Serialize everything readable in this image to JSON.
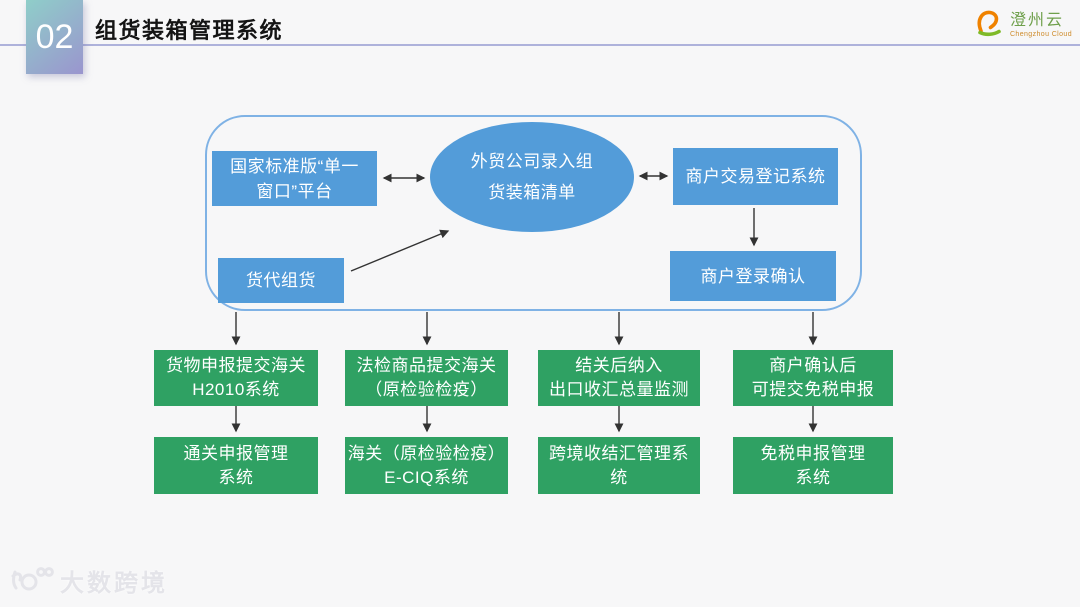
{
  "header": {
    "section_number": "02",
    "title": "组货装箱管理系统",
    "logo": {
      "name": "澄州云",
      "subtitle": "Chengzhou Cloud"
    }
  },
  "flow": {
    "platform_box": {
      "line1": "国家标准版“单一",
      "line2": "窗口”平台"
    },
    "hub_ellipse": {
      "line1": "外贸公司录入组",
      "line2": "货装箱清单"
    },
    "registration_box": "商户交易登记系统",
    "login_box": "商户登录确认",
    "forwarder_box": "货代组货"
  },
  "pipelines": [
    {
      "top1": "货物申报提交海关",
      "top2": "H2010系统",
      "bottom1": "通关申报管理",
      "bottom2": "系统"
    },
    {
      "top1": "法检商品提交海关",
      "top2": "（原检验检疫）",
      "bottom1": "海关（原检验检疫）",
      "bottom2": "E-CIQ系统"
    },
    {
      "top1": "结关后纳入",
      "top2": "出口收汇总量监测",
      "bottom1": "跨境收结汇管理系",
      "bottom2": "统"
    },
    {
      "top1": "商户确认后",
      "top2": "可提交免税申报",
      "bottom1": "免税申报管理",
      "bottom2": "系统"
    }
  ],
  "watermark": "大数跨境",
  "colors": {
    "node_blue": "#539CD9",
    "node_green": "#2FA163",
    "container_border": "#7FB2E5",
    "header_rule": "#AEB2DB",
    "badge_gradient_start": "#8FCEC9",
    "badge_gradient_end": "#9A95CE",
    "logo_orange": "#EF8200",
    "logo_green": "#7FBA28"
  }
}
